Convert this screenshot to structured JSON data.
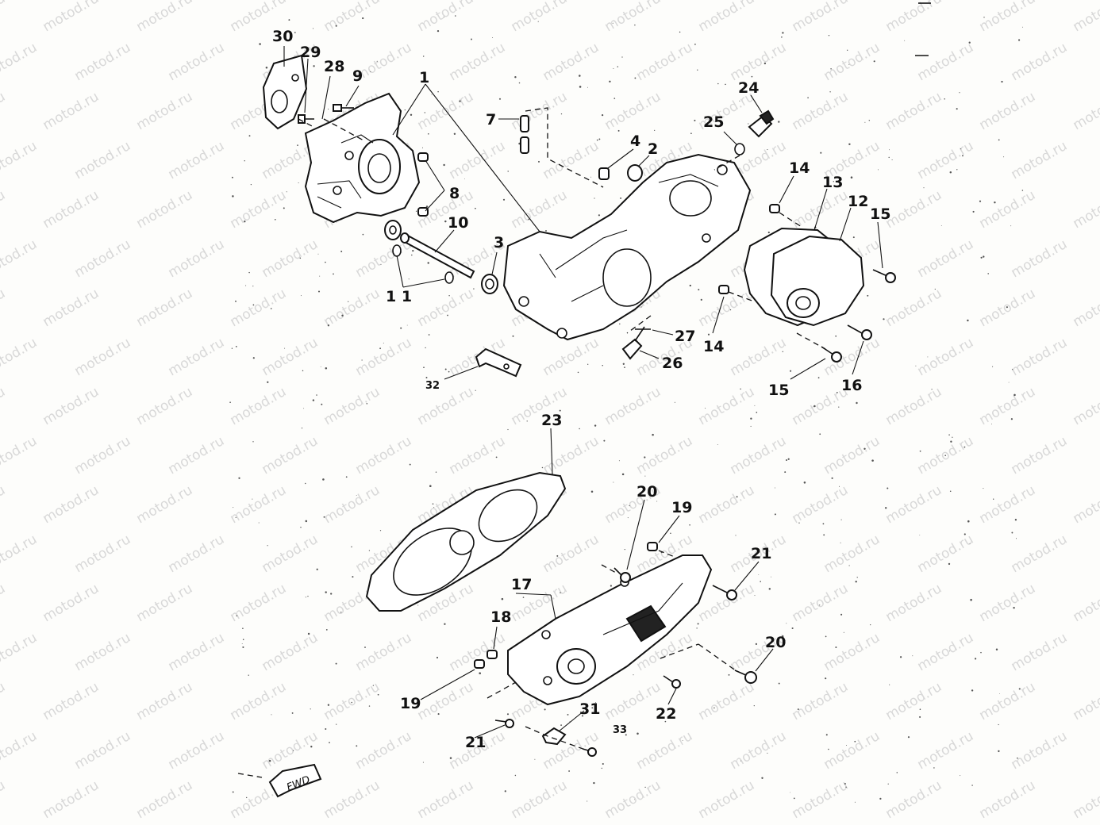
{
  "watermark": "motod.ru",
  "labels": [
    {
      "id": "30",
      "text": "30"
    },
    {
      "id": "29",
      "text": "29"
    },
    {
      "id": "28",
      "text": "28"
    },
    {
      "id": "9",
      "text": "9"
    },
    {
      "id": "1",
      "text": "1"
    },
    {
      "id": "7",
      "text": "7"
    },
    {
      "id": "4",
      "text": "4"
    },
    {
      "id": "2",
      "text": "2"
    },
    {
      "id": "25",
      "text": "25"
    },
    {
      "id": "24",
      "text": "24"
    },
    {
      "id": "8",
      "text": "8"
    },
    {
      "id": "10",
      "text": "10"
    },
    {
      "id": "3",
      "text": "3"
    },
    {
      "id": "11",
      "text": "1 1"
    },
    {
      "id": "14a",
      "text": "14"
    },
    {
      "id": "13",
      "text": "13"
    },
    {
      "id": "12",
      "text": "12"
    },
    {
      "id": "15a",
      "text": "15"
    },
    {
      "id": "27",
      "text": "27"
    },
    {
      "id": "14b",
      "text": "14"
    },
    {
      "id": "26",
      "text": "26"
    },
    {
      "id": "32",
      "text": "32"
    },
    {
      "id": "15b",
      "text": "15"
    },
    {
      "id": "16",
      "text": "16"
    },
    {
      "id": "23",
      "text": "23"
    },
    {
      "id": "20a",
      "text": "20"
    },
    {
      "id": "19a",
      "text": "19"
    },
    {
      "id": "21a",
      "text": "21"
    },
    {
      "id": "17",
      "text": "17"
    },
    {
      "id": "18",
      "text": "18"
    },
    {
      "id": "20b",
      "text": "20"
    },
    {
      "id": "19b",
      "text": "19"
    },
    {
      "id": "22",
      "text": "22"
    },
    {
      "id": "31",
      "text": "31"
    },
    {
      "id": "33",
      "text": "33"
    },
    {
      "id": "21b",
      "text": "21"
    }
  ],
  "front_arrow": {
    "text": "FWD"
  }
}
